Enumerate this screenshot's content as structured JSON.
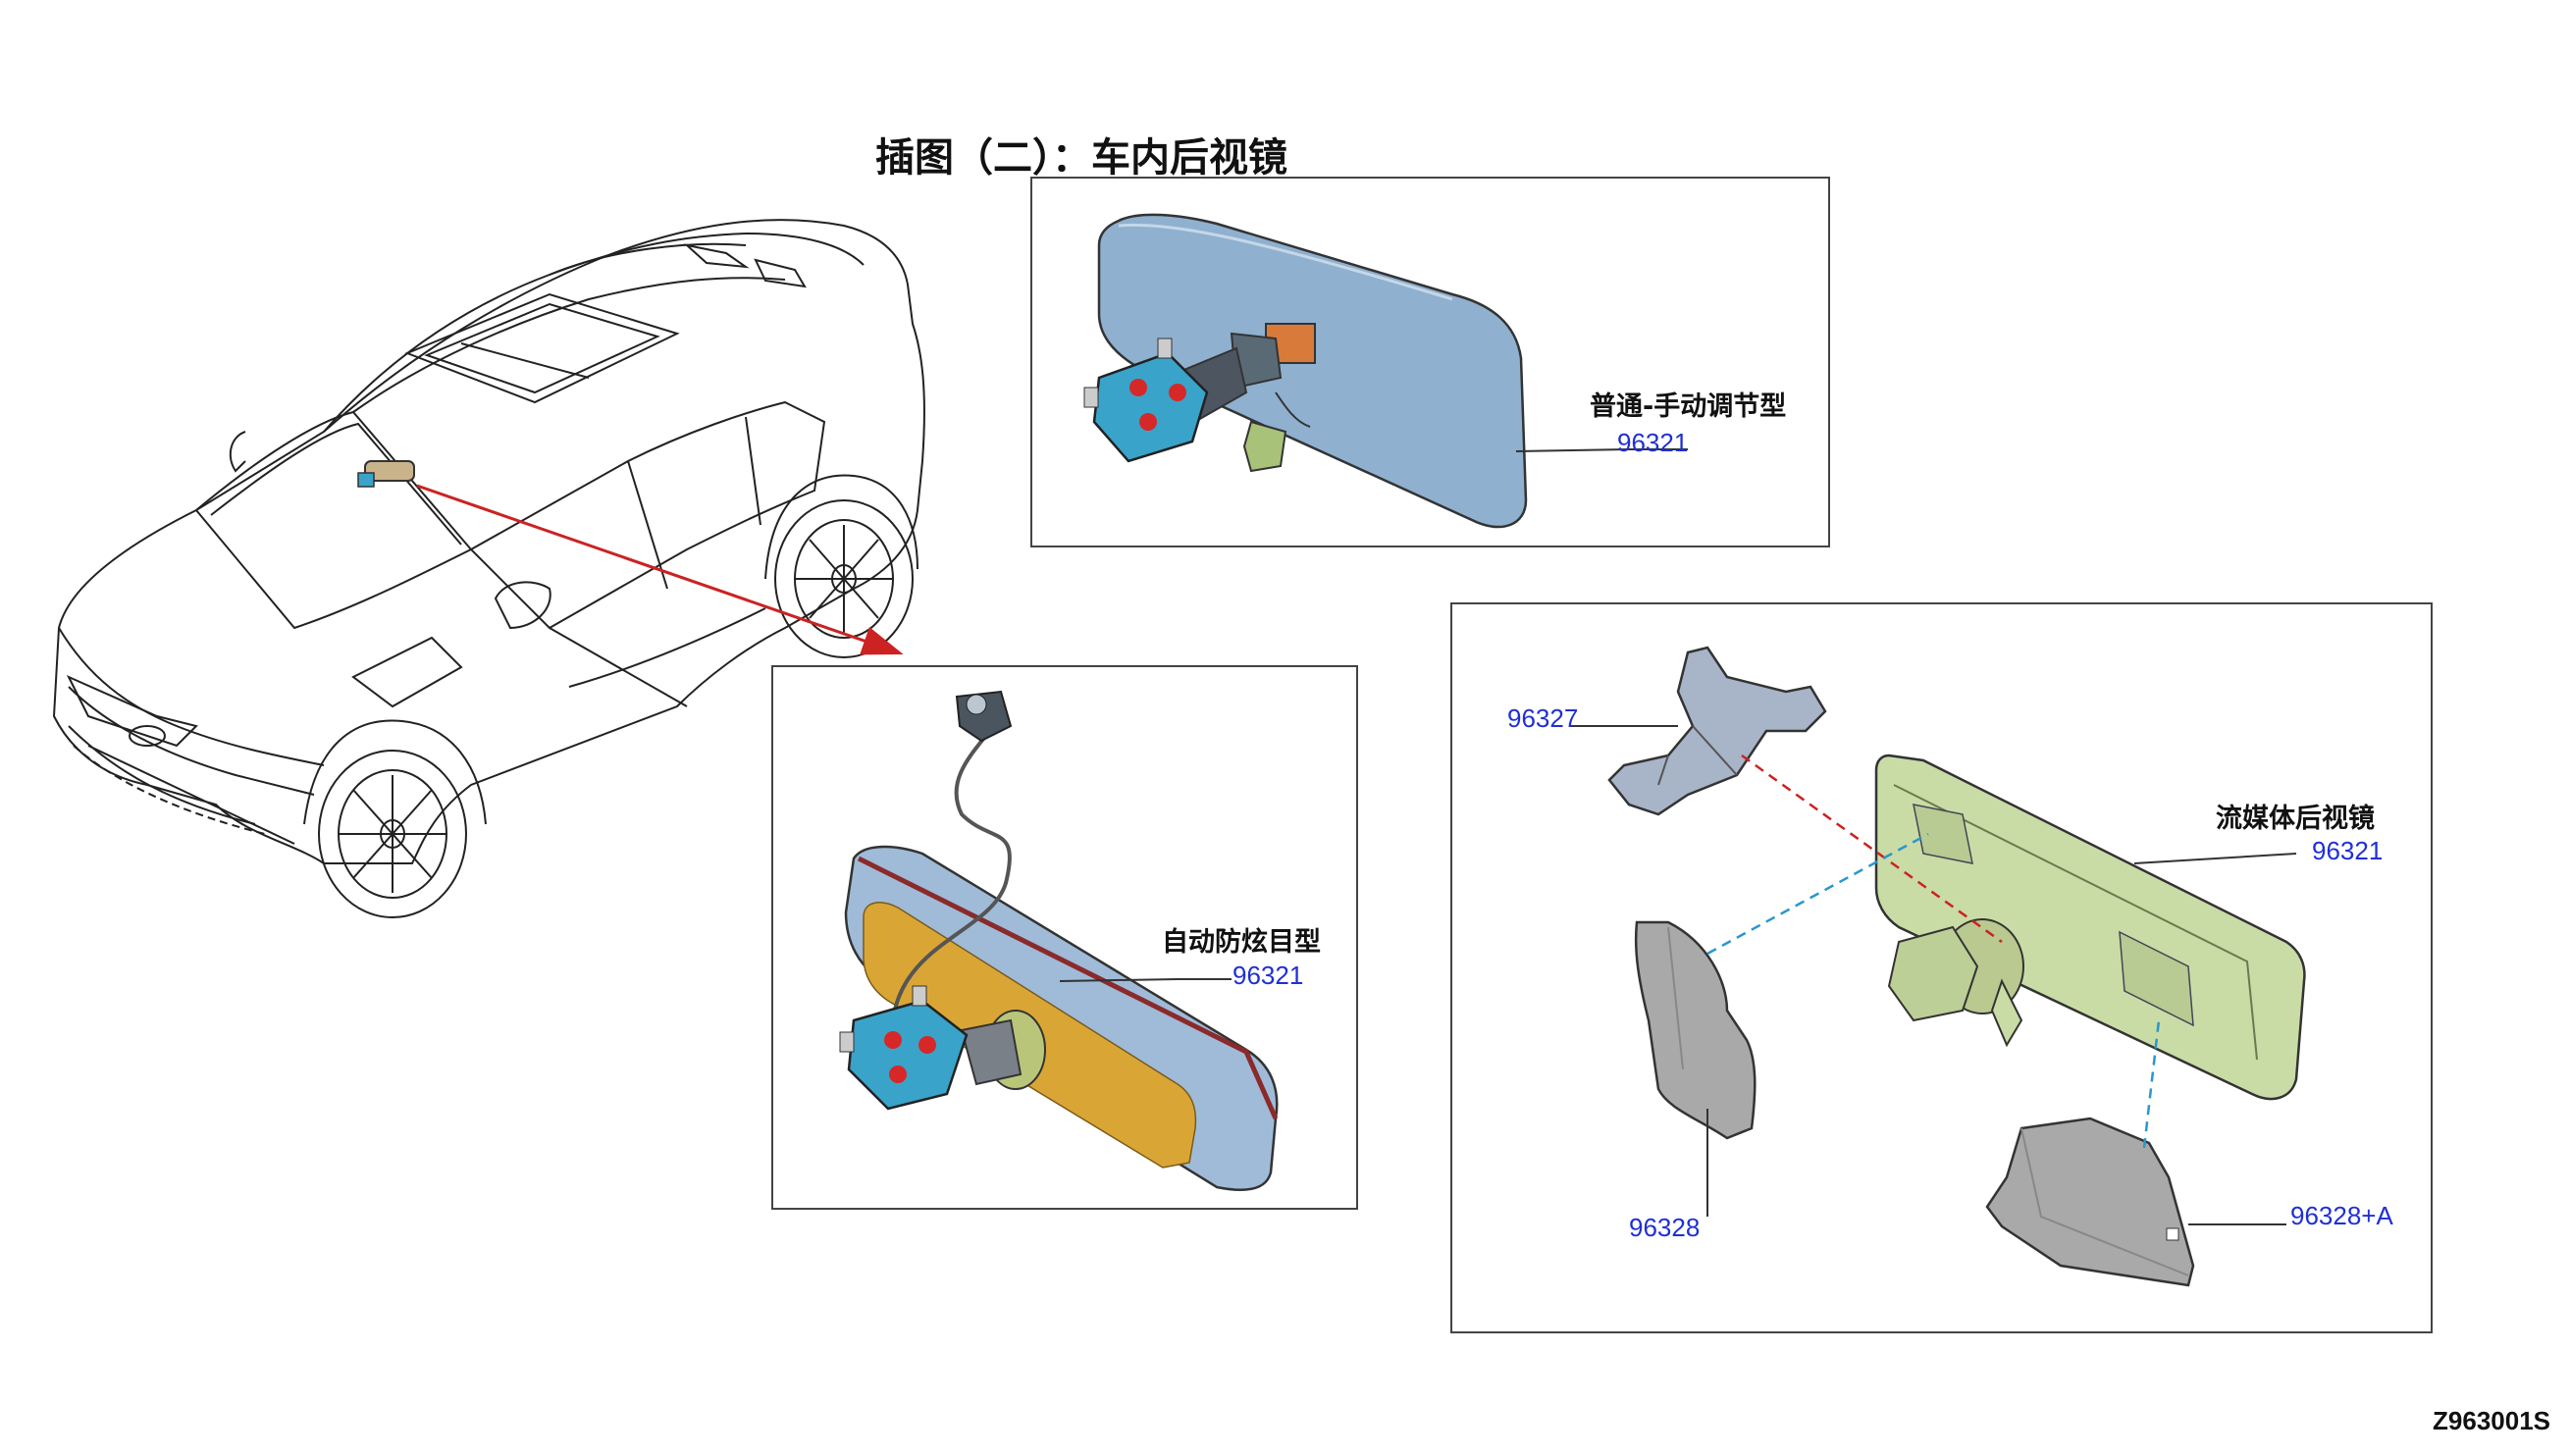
{
  "title": "插图（二）：车内后视镜",
  "panels": {
    "manual": {
      "label": "普通-手动调节型",
      "part": "96321"
    },
    "auto": {
      "label": "自动防炫目型",
      "part": "96321"
    },
    "media": {
      "label": "流媒体后视镜",
      "part": "96321",
      "bracket_part": "96327",
      "cover_left_part": "96328",
      "cover_right_part": "96328+A"
    }
  },
  "drawing_code": "Z963001S",
  "colors": {
    "mirror_blue": "#8fb0cf",
    "mount_cyan": "#3aa3c9",
    "glass_amber": "#d9a636",
    "media_green": "#c9dca6",
    "cover_grey": "#a9a9a9",
    "arrow_red": "#cc2222",
    "leader_blue": "#2a97cc"
  }
}
